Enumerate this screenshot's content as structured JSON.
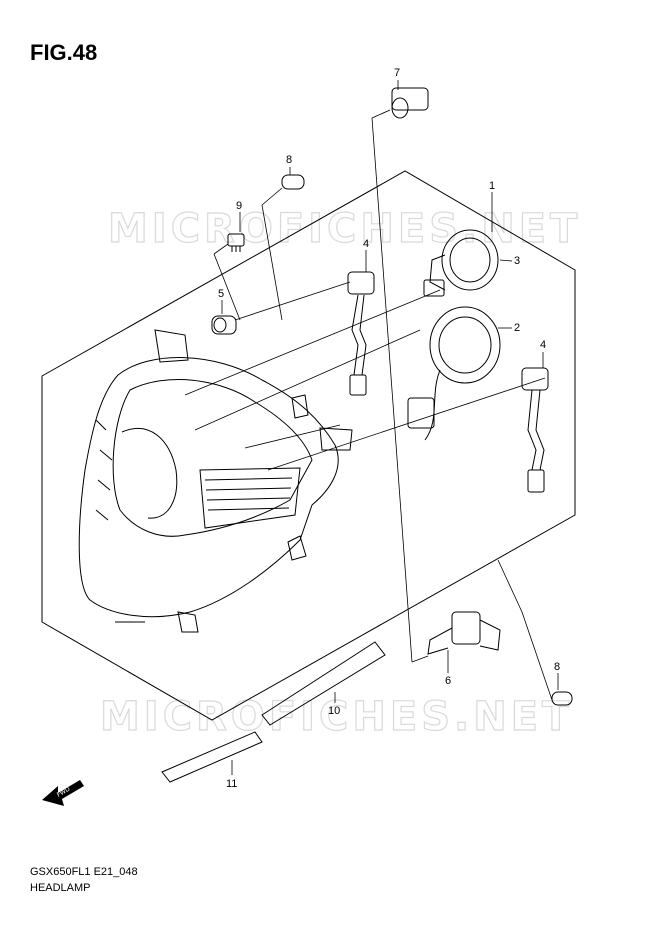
{
  "figure": {
    "title": "FIG.48",
    "code": "GSX650FL1 E21_048",
    "name": "HEADLAMP"
  },
  "watermark": "MICROFICHES.NET",
  "forward_badge": "FWD",
  "callouts": {
    "c1": "1",
    "c2": "2",
    "c3": "3",
    "c4a": "4",
    "c4b": "4",
    "c5": "5",
    "c6": "6",
    "c7": "7",
    "c8a": "8",
    "c8b": "8",
    "c9": "9",
    "c10": "10",
    "c11": "11"
  },
  "colors": {
    "line": "#000000",
    "watermark": "#d9d9d9",
    "background": "#ffffff"
  }
}
